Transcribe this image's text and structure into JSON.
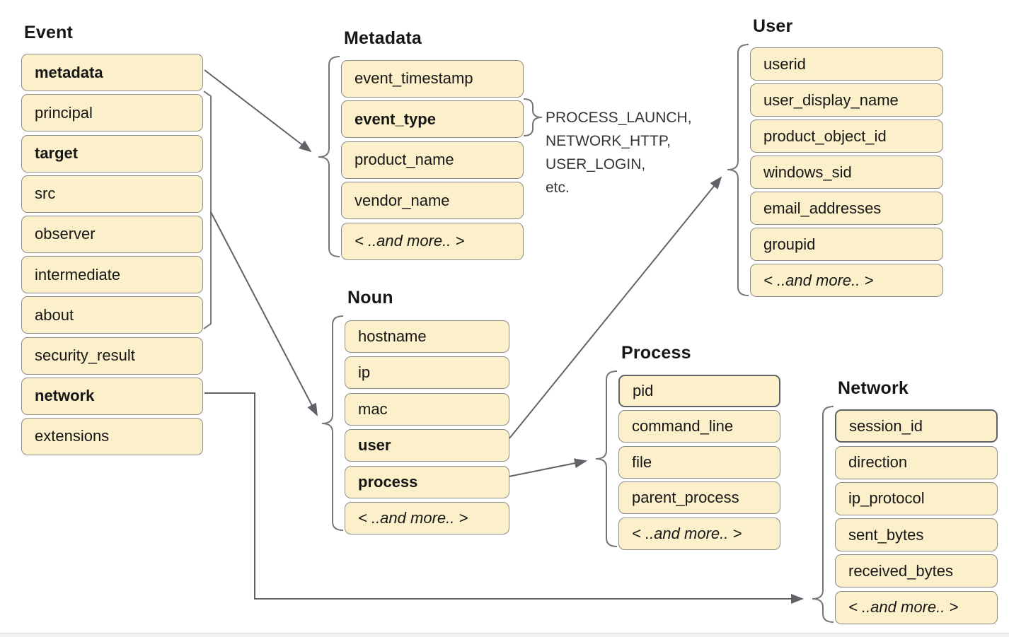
{
  "diagram": {
    "event": {
      "title": "Event",
      "items": [
        {
          "label": "metadata",
          "bold": true
        },
        {
          "label": "principal",
          "bold": false
        },
        {
          "label": "target",
          "bold": true
        },
        {
          "label": "src",
          "bold": false
        },
        {
          "label": "observer",
          "bold": false
        },
        {
          "label": "intermediate",
          "bold": false
        },
        {
          "label": "about",
          "bold": false
        },
        {
          "label": "security_result",
          "bold": false
        },
        {
          "label": "network",
          "bold": true
        },
        {
          "label": "extensions",
          "bold": false
        }
      ]
    },
    "metadata": {
      "title": "Metadata",
      "items": [
        {
          "label": "event_timestamp",
          "bold": false
        },
        {
          "label": "event_type",
          "bold": true
        },
        {
          "label": "product_name",
          "bold": false
        },
        {
          "label": "vendor_name",
          "bold": false
        },
        {
          "label": "< ..and more.. >",
          "bold": false,
          "italic": true
        }
      ]
    },
    "noun": {
      "title": "Noun",
      "items": [
        {
          "label": "hostname",
          "bold": false
        },
        {
          "label": "ip",
          "bold": false
        },
        {
          "label": "mac",
          "bold": false
        },
        {
          "label": "user",
          "bold": true
        },
        {
          "label": "process",
          "bold": true
        },
        {
          "label": "< ..and more.. >",
          "bold": false,
          "italic": true
        }
      ]
    },
    "user": {
      "title": "User",
      "items": [
        {
          "label": "userid",
          "bold": false
        },
        {
          "label": "user_display_name",
          "bold": false
        },
        {
          "label": "product_object_id",
          "bold": false
        },
        {
          "label": "windows_sid",
          "bold": false
        },
        {
          "label": "email_addresses",
          "bold": false
        },
        {
          "label": "groupid",
          "bold": false
        },
        {
          "label": "< ..and more.. >",
          "bold": false,
          "italic": true
        }
      ]
    },
    "process": {
      "title": "Process",
      "items": [
        {
          "label": "pid",
          "bold": false
        },
        {
          "label": "command_line",
          "bold": false
        },
        {
          "label": "file",
          "bold": false
        },
        {
          "label": "parent_process",
          "bold": false
        },
        {
          "label": "< ..and more.. >",
          "bold": false,
          "italic": true
        }
      ]
    },
    "network": {
      "title": "Network",
      "items": [
        {
          "label": "session_id",
          "bold": false
        },
        {
          "label": "direction",
          "bold": false
        },
        {
          "label": "ip_protocol",
          "bold": false
        },
        {
          "label": "sent_bytes",
          "bold": false
        },
        {
          "label": "received_bytes",
          "bold": false
        },
        {
          "label": "< ..and more.. >",
          "bold": false,
          "italic": true
        }
      ]
    },
    "event_type_examples": [
      "PROCESS_LAUNCH,",
      "NETWORK_HTTP,",
      "USER_LOGIN,",
      "etc."
    ]
  },
  "colors": {
    "box_fill": "#FCF0CA",
    "box_border": "#8C8C8C",
    "box_border_dark": "#5F6368",
    "connector": "#5F6368",
    "brace": "#767676"
  }
}
